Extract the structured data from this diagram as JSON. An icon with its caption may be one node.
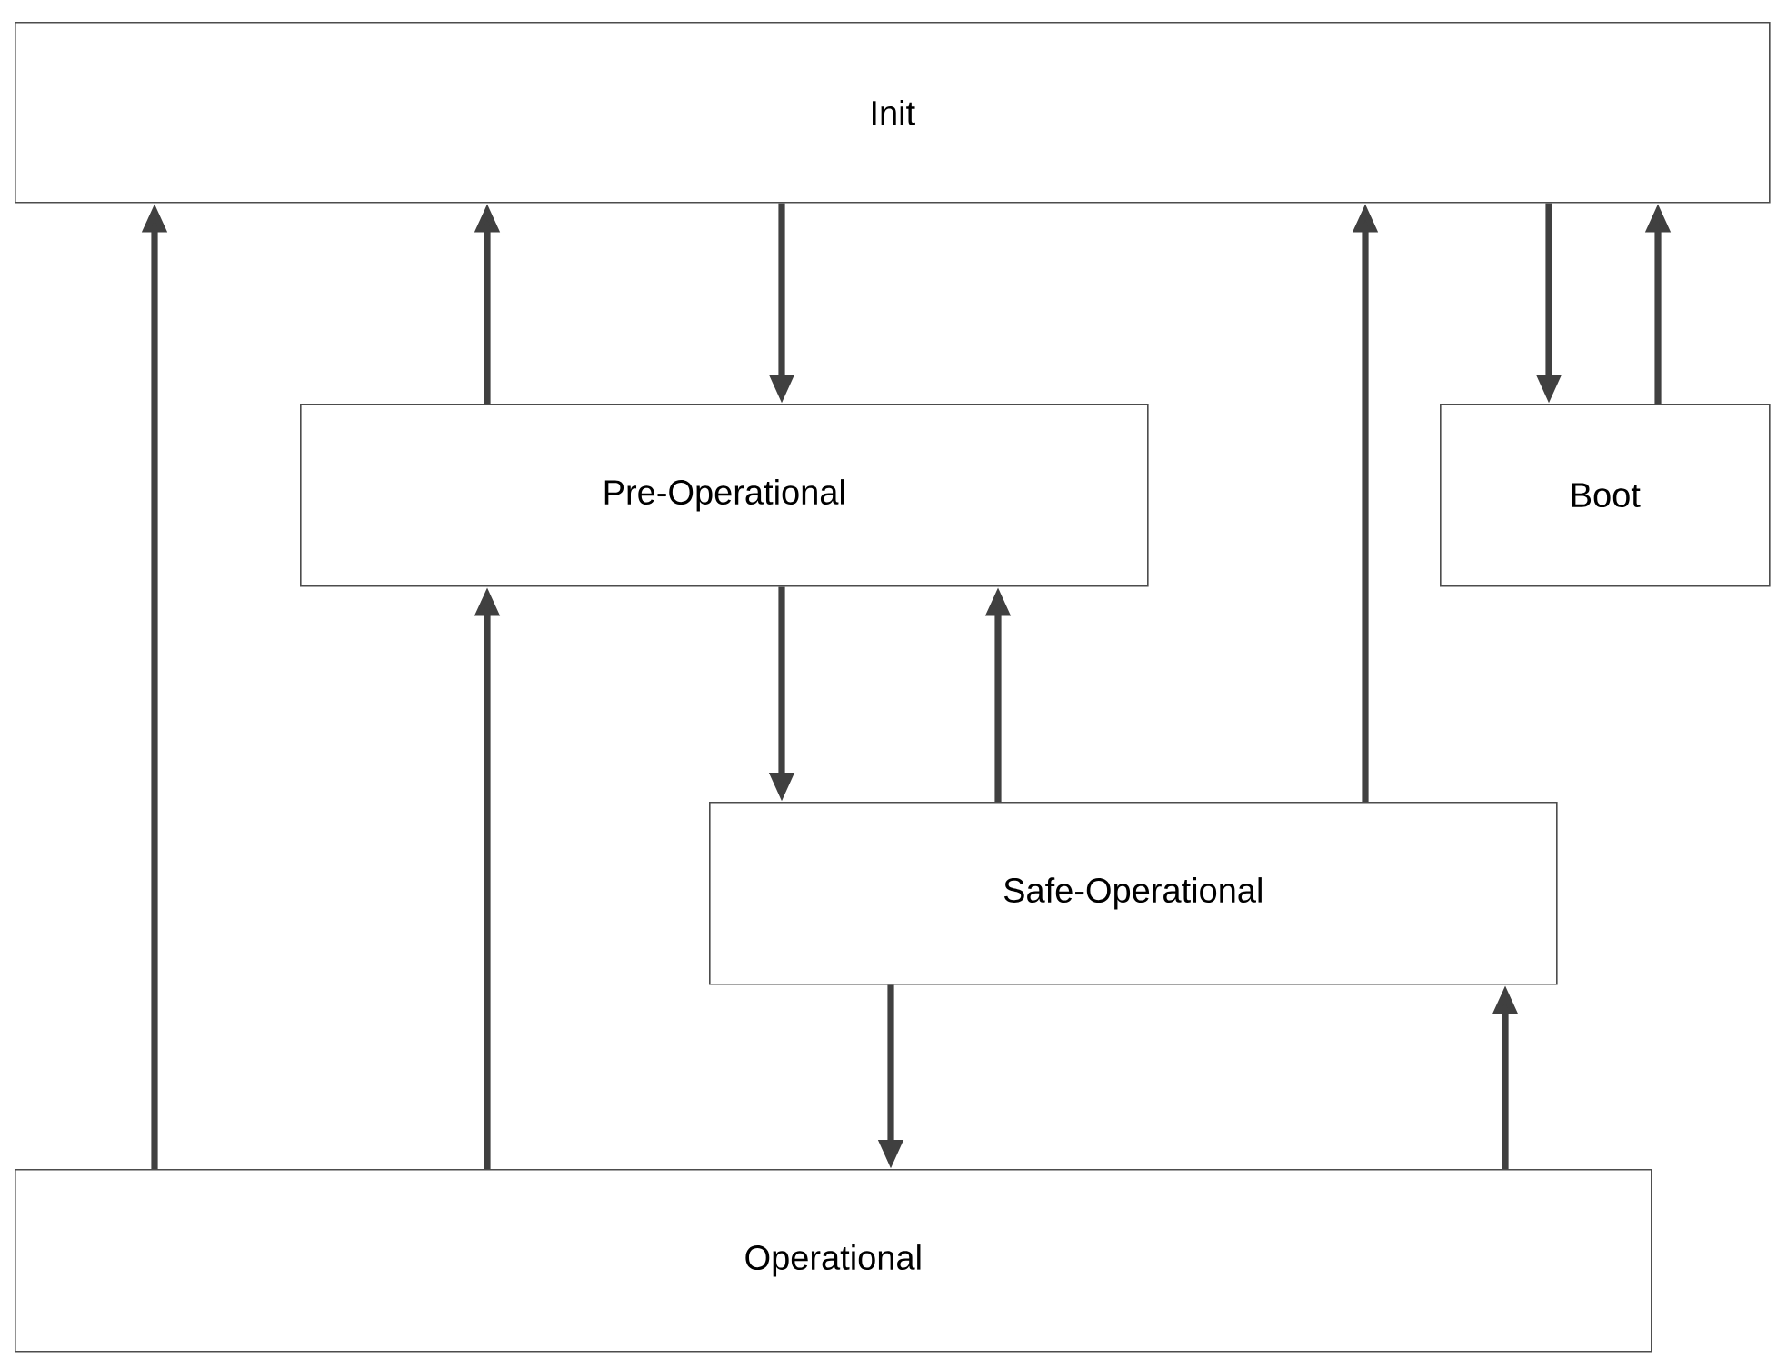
{
  "diagram": {
    "nodes": [
      {
        "text": [
          "Init"
        ]
      },
      {
        "text": [
          "Pre-Operational"
        ]
      },
      {
        "text": [
          "Boot"
        ]
      },
      {
        "text": [
          "Safe-Operational"
        ]
      },
      {
        "text": [
          "Operational"
        ]
      }
    ],
    "edges": [
      {
        "from": 4,
        "to": 0,
        "arrow": "to"
      },
      {
        "from": 1,
        "to": 0,
        "arrow": "to"
      },
      {
        "from": 0,
        "to": 1,
        "arrow": "to"
      },
      {
        "from": 3,
        "to": 0,
        "arrow": "to"
      },
      {
        "from": 0,
        "to": 2,
        "arrow": "to"
      },
      {
        "from": 2,
        "to": 0,
        "arrow": "to"
      },
      {
        "from": 4,
        "to": 1,
        "arrow": "to"
      },
      {
        "from": 1,
        "to": 3,
        "arrow": "to"
      },
      {
        "from": 3,
        "to": 1,
        "arrow": "to"
      },
      {
        "from": 3,
        "to": 4,
        "arrow": "to"
      },
      {
        "from": 4,
        "to": 3,
        "arrow": "to"
      }
    ]
  }
}
